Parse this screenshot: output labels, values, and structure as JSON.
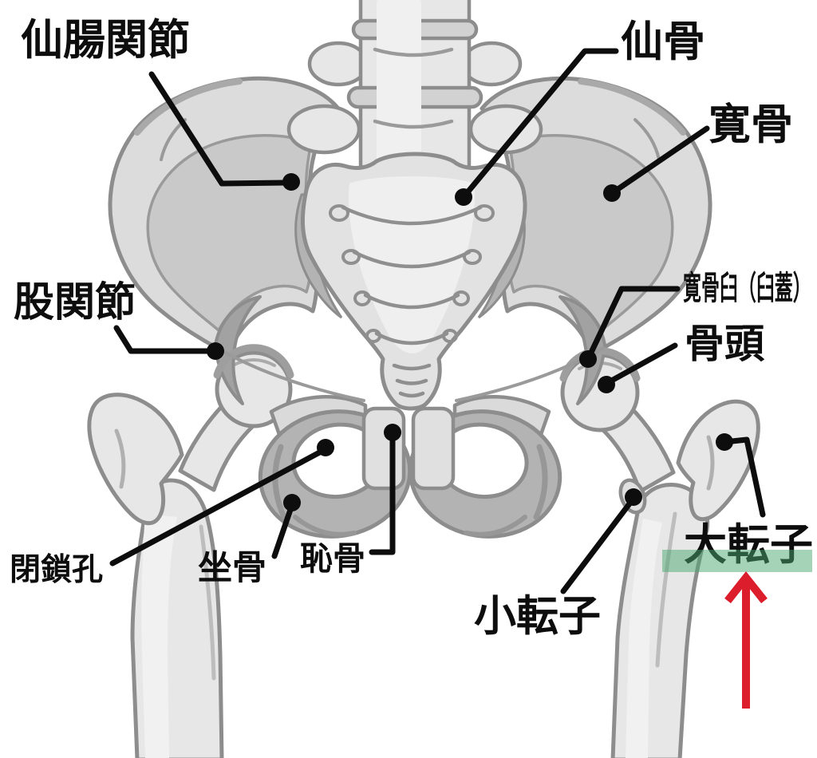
{
  "labels": {
    "sacroiliac_joint": "仙腸関節",
    "sacrum": "仙骨",
    "hip_bone": "寛骨",
    "hip_joint": "股関節",
    "acetabulum": "寛骨臼（臼蓋）",
    "femoral_head": "骨頭",
    "obturator_foramen": "閉鎖孔",
    "ischium": "坐骨",
    "pubis": "恥骨",
    "lesser_trochanter": "小転子",
    "greater_trochanter": "大転子"
  },
  "highlight": {
    "target": "greater_trochanter",
    "color": "#4aa86f"
  },
  "arrow": {
    "direction": "up",
    "color": "#dc1d2c"
  },
  "colors": {
    "background": "#ffffff",
    "leader_line": "#0d0d0d",
    "marker_dot": "#0d0d0d",
    "label_text": "#0d0d0d",
    "bone_outline": "#8d8d8d",
    "bone_rim": "#dcdcdc",
    "bone_fossa": "#c9c9c9",
    "bone_light": "#e7e7e7",
    "ring_gray": "#b3b3b3"
  }
}
